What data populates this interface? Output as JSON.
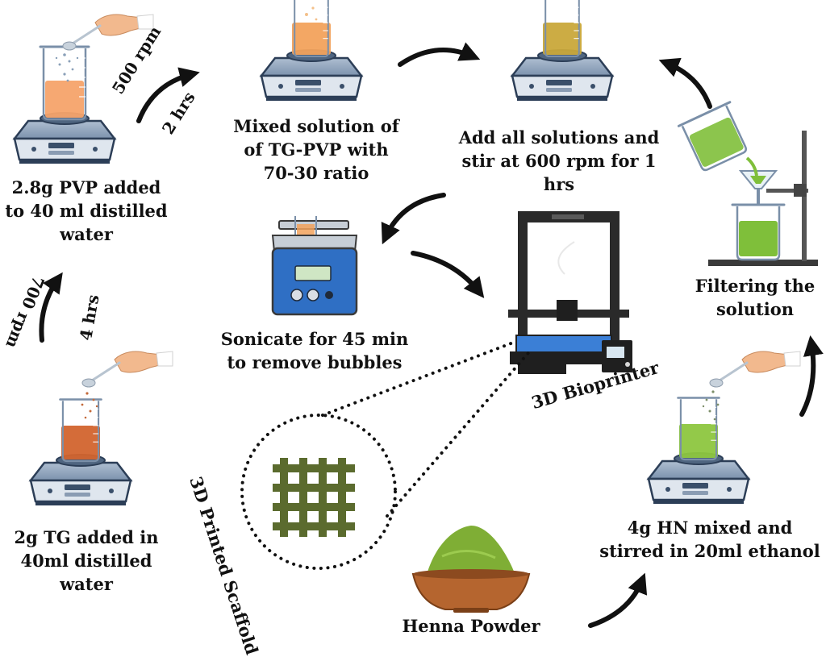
{
  "steps": {
    "pvp": {
      "lines": [
        "2.8g PVP added",
        "to 40 ml distilled",
        "water"
      ]
    },
    "tg_pvp_mix": {
      "lines": [
        "Mixed solution of",
        "of TG-PVP with",
        "70-30 ratio"
      ]
    },
    "add_all": {
      "lines": [
        "Add all solutions and",
        "stir at 600 rpm for 1",
        "hrs"
      ]
    },
    "filtering": {
      "lines": [
        "Filtering the",
        "solution"
      ]
    },
    "sonicate": {
      "lines": [
        "Sonicate for 45 min",
        "to remove bubbles"
      ]
    },
    "tg": {
      "lines": [
        "2g TG added in",
        "40ml distilled",
        "water"
      ]
    },
    "hn": {
      "lines": [
        "4g HN mixed and",
        "stirred in 20ml ethanol"
      ]
    },
    "henna": {
      "label": "Henna Powder"
    },
    "bioprinter": {
      "label": "3D Bioprinter"
    },
    "scaffold": {
      "label": "3D Printed Scaffold"
    }
  },
  "arrow_labels": {
    "speed_pvp": "500 rpm",
    "time_pvp": "2 hrs",
    "speed_tg": "700 rpm",
    "time_tg": "4 hrs"
  },
  "colors": {
    "pvp_liquid": "#f5a36a",
    "tg_pvp_liquid": "#f2a25c",
    "final_liquid": "#c9a83a",
    "tg_liquid": "#d2642e",
    "hn_liquid": "#8dc63f",
    "filter_liquid": "#7fbf3a",
    "scaffold": "#5b6b2e",
    "henna_powder": "#7fae35",
    "bowl": "#b5652f",
    "stirrer_body": "#7f95b0",
    "sonicator_blue": "#2f6fc4",
    "printer_bed": "#3b7fd6"
  }
}
